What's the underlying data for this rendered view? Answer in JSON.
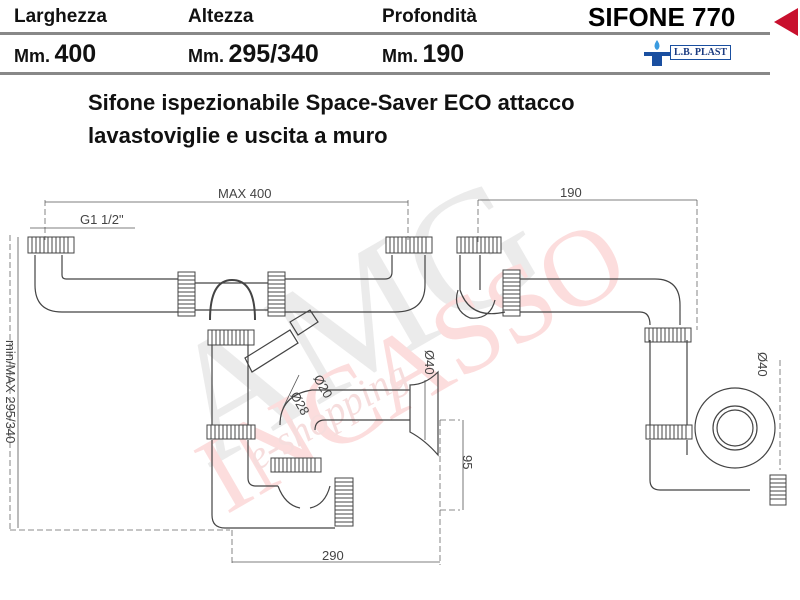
{
  "header": {
    "width_label": "Larghezza",
    "height_label": "Altezza",
    "depth_label": "Profondità",
    "width_unit": "Mm.",
    "width_value": "400",
    "height_unit": "Mm.",
    "height_value": "295/340",
    "depth_unit": "Mm.",
    "depth_value": "190",
    "product_title": "SIFONE  770",
    "brand_logo": "L.B. PLAST"
  },
  "description": {
    "line1": "Sifone ispezionabile Space-Saver ECO attacco",
    "line2": "lavastoviglie e uscita a muro"
  },
  "drawing": {
    "max_width": "MAX 400",
    "thread": "G1 1/2\"",
    "height_range": "min/MAX 295/340",
    "outlet_diameter": "Ø40",
    "hose_inner": "Ø20",
    "hose_outer": "Ø28",
    "outlet_height": "95",
    "outlet_depth": "290",
    "side_depth": "190",
    "side_diameter": "Ø40"
  },
  "watermark": {
    "line1": "AMG",
    "line2": "INCASSO",
    "line3": "e-shopping"
  },
  "colors": {
    "accent": "#c8102e",
    "brand": "#1a4fa0"
  }
}
